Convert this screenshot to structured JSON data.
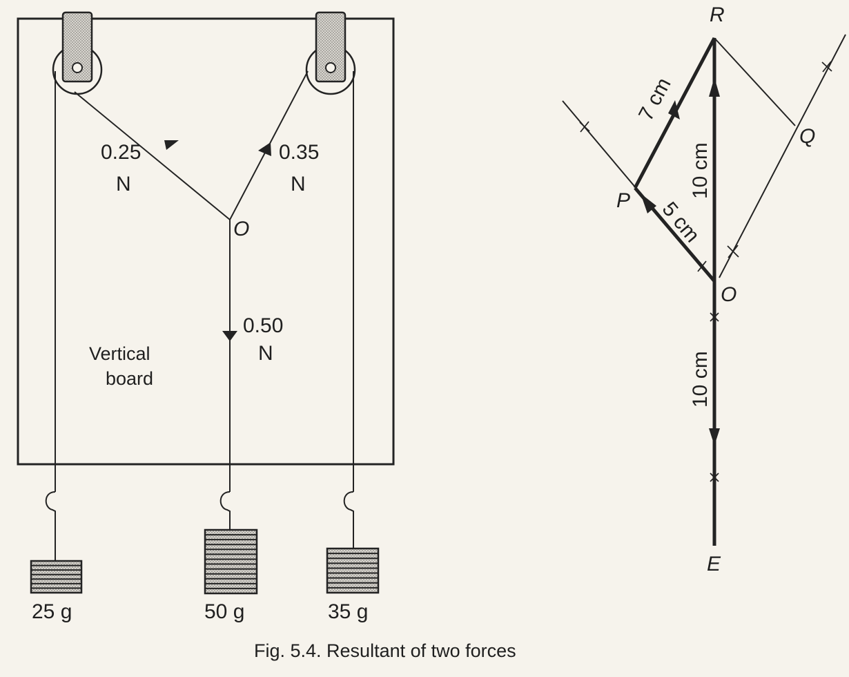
{
  "apparatus": {
    "forces": {
      "left": "0.25",
      "right": "0.35",
      "down": "0.50",
      "unit": "N"
    },
    "point_label": "O",
    "board_label_line1": "Vertical",
    "board_label_line2": "board",
    "masses": [
      "25 g",
      "50 g",
      "35 g"
    ]
  },
  "construction": {
    "points": {
      "R": "R",
      "Q": "Q",
      "P": "P",
      "O": "O",
      "E": "E"
    },
    "lengths": {
      "PR": "7 cm",
      "OR": "10 cm",
      "OP": "5 cm",
      "OE": "10 cm"
    }
  },
  "caption": "Fig. 5.4. Resultant of two forces"
}
